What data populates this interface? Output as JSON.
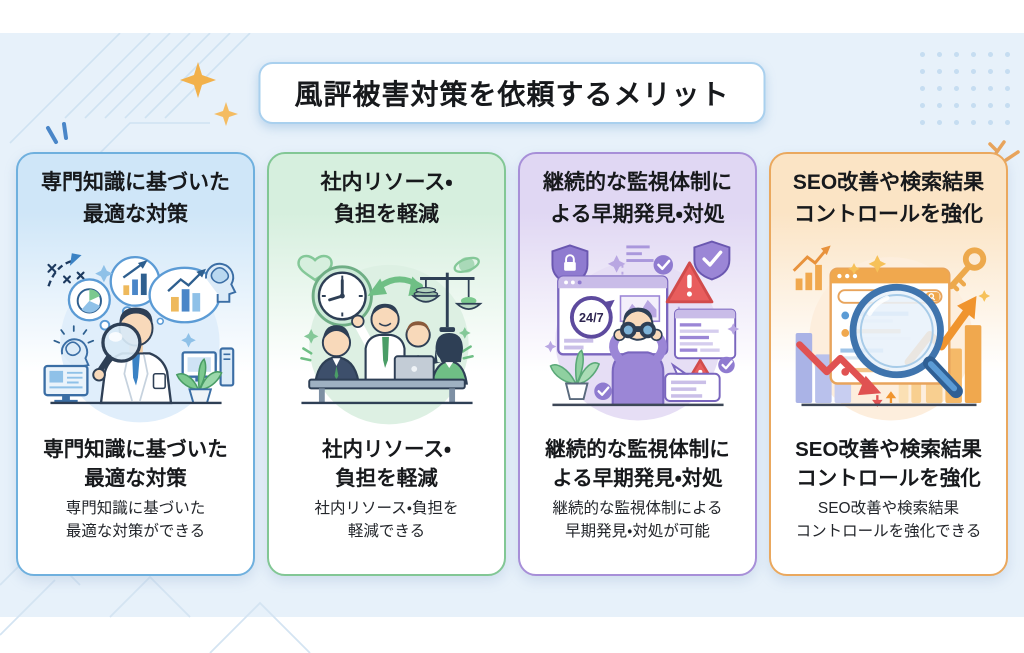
{
  "page": {
    "band_color": "#e7f1fa",
    "sparkle_color": "#f2b14b",
    "title": "風評被害対策を依頼するメリット"
  },
  "cards": [
    {
      "id": "expert-strategy",
      "colors": {
        "border": "#6fb0de",
        "tint": "#cfe6f8"
      },
      "title1": "専門知識に基づいた",
      "title2": "最適な対策",
      "heading1": "専門知識に基づいた",
      "heading2": "最適な対策",
      "desc1": "専門知識に基づいた",
      "desc2": "最適な対策ができる",
      "illustration": "expert-analysis"
    },
    {
      "id": "internal-resources",
      "colors": {
        "border": "#82c795",
        "tint": "#d6efde"
      },
      "title1": "社内リソース・",
      "title2": "負担を軽減",
      "heading1": "社内リソース・",
      "heading2": "負担を軽減",
      "desc1": "社内リソース・負担を",
      "desc2": "軽減できる",
      "illustration": "team-workload"
    },
    {
      "id": "continuous-monitoring",
      "colors": {
        "border": "#a78fd8",
        "tint": "#e0d7f3"
      },
      "title1": "継続的な監視体制に",
      "title2": "よる早期発見・対処",
      "heading1": "継続的な監視体制に",
      "heading2": "よる早期発見・対処",
      "desc1": "継続的な監視体制による",
      "desc2": "早期発見・対処が可能",
      "badge_247": "24/7",
      "illustration": "monitoring-24-7"
    },
    {
      "id": "seo-control",
      "colors": {
        "border": "#eaa85e",
        "tint": "#fbe4c5"
      },
      "title1": "SEO改善や検索結果",
      "title2": "コントロールを強化",
      "heading1": "SEO改善や検索結果",
      "heading2": "コントロールを強化",
      "desc1": "SEO改善や検索結果",
      "desc2": "コントロールを強化できる",
      "illustration": "seo-search"
    }
  ]
}
